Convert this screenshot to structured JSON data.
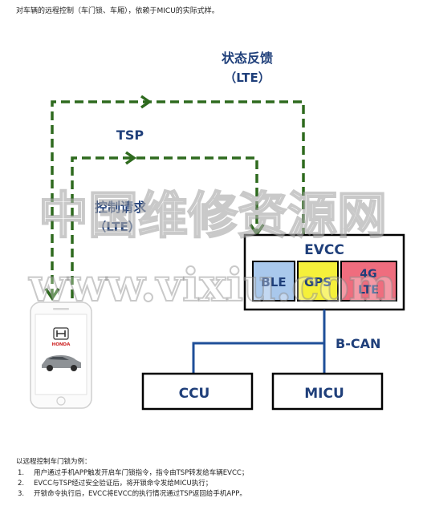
{
  "intro_text": "对车辆的远程控制（车门锁、车厢），依赖于MICU的实际式样。",
  "diagram": {
    "feedback_label": "状态反馈",
    "feedback_sub": "（LTE）",
    "tsp_label": "TSP",
    "request_label": "控制请求",
    "request_sub": "（LTE）",
    "evcc_label": "EVCC",
    "modules": [
      {
        "label": "BLE",
        "color": "#a9c8ec"
      },
      {
        "label": "GPS",
        "color": "#f5f03a"
      },
      {
        "label": "4G\nLTE",
        "line1": "4G",
        "line2": "LTE",
        "color": "#ef6d7e"
      }
    ],
    "bus_label": "B-CAN",
    "ccu_label": "CCU",
    "micu_label": "MICU",
    "phone_brand": "HONDA",
    "watermark_cn": "中国维修资源网",
    "watermark_url": "www.vixiu.com",
    "colors": {
      "arrow": "#2e6a1e",
      "text_blue": "#1f3f7a",
      "bus_line": "#1f4f99"
    }
  },
  "notes": {
    "title": "以远程控制车门锁为例：",
    "items": [
      {
        "num": "1.",
        "text": "用户通过手机APP触发开启车门锁指令，指令由TSP转发给车辆EVCC；"
      },
      {
        "num": "2.",
        "text": "EVCC与TSP经过安全验证后，将开锁命令发给MICU执行；"
      },
      {
        "num": "3.",
        "text": "开锁命令执行后，EVCC将EVCC的执行情况通过TSP返回给手机APP。"
      }
    ]
  }
}
